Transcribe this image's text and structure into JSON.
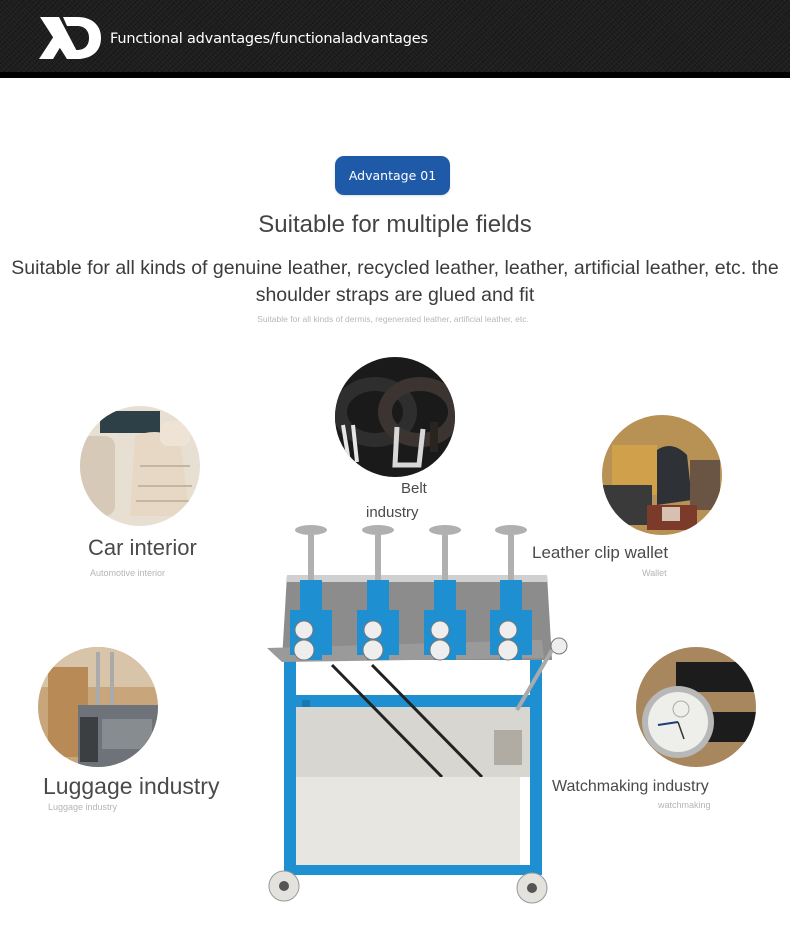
{
  "header": {
    "title": "Functional advantages/functionaladvantages",
    "logo": "xd-logo-icon"
  },
  "badge": {
    "label": "Advantage 01",
    "color": "#1f5aa8"
  },
  "main": {
    "title": "Suitable for multiple fields",
    "description": "Suitable for all kinds of genuine leather, recycled leather, leather, artificial leather, etc. the shoulder straps are glued and fit",
    "subdescription": "Suitable for all kinds of dermis, regenerated leather, artificial leather, etc."
  },
  "fields": [
    {
      "id": "car",
      "label": "Car interior",
      "sublabel": "Automotive interior",
      "image": "car-seat-image"
    },
    {
      "id": "belt",
      "label_line1": "Belt",
      "label_line2": "industry",
      "image": "belt-image"
    },
    {
      "id": "wallet",
      "label": "Leather clip wallet",
      "sublabel": "Wallet",
      "image": "leather-bags-image"
    },
    {
      "id": "luggage",
      "label": "Luggage industry",
      "sublabel": "Luggage industry",
      "image": "luggage-image"
    },
    {
      "id": "watch",
      "label": "Watchmaking industry",
      "sublabel": "watchmaking",
      "image": "watch-image"
    }
  ],
  "product": {
    "image": "strap-gluing-machine-image",
    "frame_color": "#1e8fd0"
  }
}
